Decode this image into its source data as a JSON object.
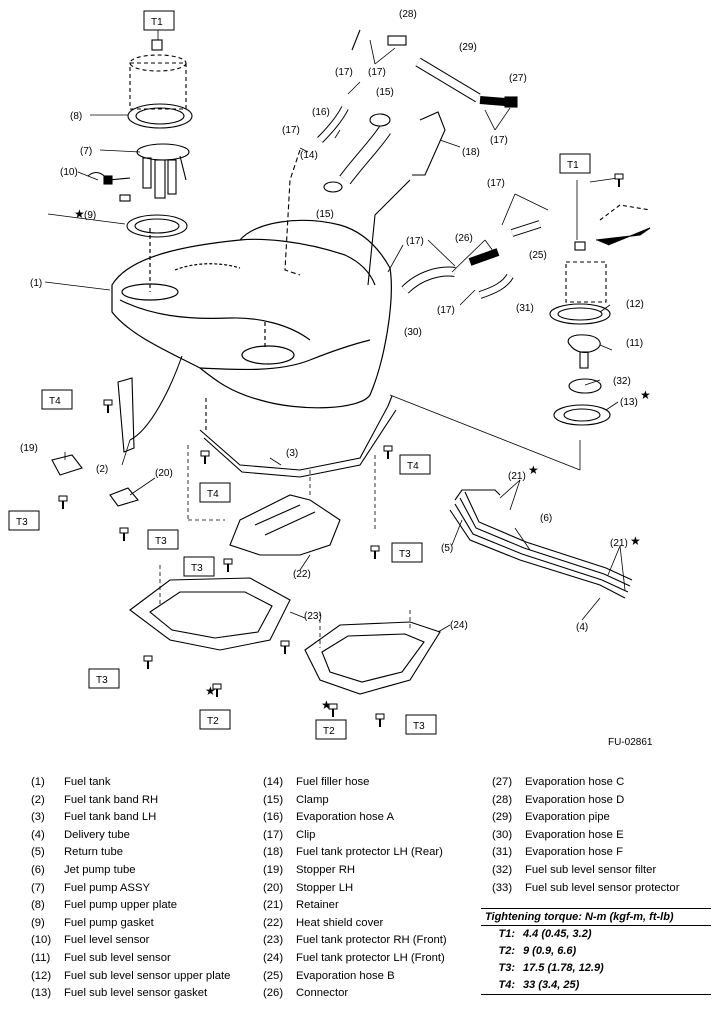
{
  "figure_id": "FU-02861",
  "callouts": {
    "c1": "(1)",
    "c2": "(2)",
    "c3": "(3)",
    "c4": "(4)",
    "c5": "(5)",
    "c6": "(6)",
    "c7": "(7)",
    "c8": "(8)",
    "c9": "(9)",
    "c10": "(10)",
    "c11": "(11)",
    "c12": "(12)",
    "c13": "(13)",
    "c14": "(14)",
    "c15": "(15)",
    "c16": "(16)",
    "c17": "(17)",
    "c18": "(18)",
    "c19": "(19)",
    "c20": "(20)",
    "c21": "(21)",
    "c22": "(22)",
    "c23": "(23)",
    "c24": "(24)",
    "c25": "(25)",
    "c26": "(26)",
    "c27": "(27)",
    "c28": "(28)",
    "c29": "(29)",
    "c30": "(30)",
    "c31": "(31)",
    "c32": "(32)"
  },
  "torque_tags": {
    "t1": "T1",
    "t2": "T2",
    "t3": "T3",
    "t4": "T4"
  },
  "star": "★",
  "parts": [
    {
      "num": "(1)",
      "name": "Fuel tank"
    },
    {
      "num": "(2)",
      "name": "Fuel tank band RH"
    },
    {
      "num": "(3)",
      "name": "Fuel tank band LH"
    },
    {
      "num": "(4)",
      "name": "Delivery tube"
    },
    {
      "num": "(5)",
      "name": "Return tube"
    },
    {
      "num": "(6)",
      "name": "Jet pump tube"
    },
    {
      "num": "(7)",
      "name": "Fuel pump ASSY"
    },
    {
      "num": "(8)",
      "name": "Fuel pump upper plate"
    },
    {
      "num": "(9)",
      "name": "Fuel pump gasket"
    },
    {
      "num": "(10)",
      "name": "Fuel level sensor"
    },
    {
      "num": "(11)",
      "name": "Fuel sub level sensor"
    },
    {
      "num": "(12)",
      "name": "Fuel sub level sensor upper plate"
    },
    {
      "num": "(13)",
      "name": "Fuel sub level sensor gasket"
    },
    {
      "num": "(14)",
      "name": "Fuel filler hose"
    },
    {
      "num": "(15)",
      "name": "Clamp"
    },
    {
      "num": "(16)",
      "name": "Evaporation hose A"
    },
    {
      "num": "(17)",
      "name": "Clip"
    },
    {
      "num": "(18)",
      "name": "Fuel tank protector LH (Rear)"
    },
    {
      "num": "(19)",
      "name": "Stopper RH"
    },
    {
      "num": "(20)",
      "name": "Stopper LH"
    },
    {
      "num": "(21)",
      "name": "Retainer"
    },
    {
      "num": "(22)",
      "name": "Heat shield cover"
    },
    {
      "num": "(23)",
      "name": "Fuel tank protector RH (Front)"
    },
    {
      "num": "(24)",
      "name": "Fuel tank protector LH (Front)"
    },
    {
      "num": "(25)",
      "name": "Evaporation hose B"
    },
    {
      "num": "(26)",
      "name": "Connector"
    },
    {
      "num": "(27)",
      "name": "Evaporation hose C"
    },
    {
      "num": "(28)",
      "name": "Evaporation hose D"
    },
    {
      "num": "(29)",
      "name": "Evaporation pipe"
    },
    {
      "num": "(30)",
      "name": "Evaporation hose E"
    },
    {
      "num": "(31)",
      "name": "Evaporation hose F"
    },
    {
      "num": "(32)",
      "name": "Fuel sub level sensor filter"
    },
    {
      "num": "(33)",
      "name": "Fuel sub level sensor protector"
    }
  ],
  "torque": {
    "heading": "Tightening torque: N-m (kgf-m, ft-lb)",
    "rows": [
      {
        "key": "T1:",
        "value": "4.4 (0.45, 3.2)"
      },
      {
        "key": "T2:",
        "value": "9 (0.9, 6.6)"
      },
      {
        "key": "T3:",
        "value": "17.5 (1.78, 12.9)"
      },
      {
        "key": "T4:",
        "value": "33 (3.4, 25)"
      }
    ]
  }
}
